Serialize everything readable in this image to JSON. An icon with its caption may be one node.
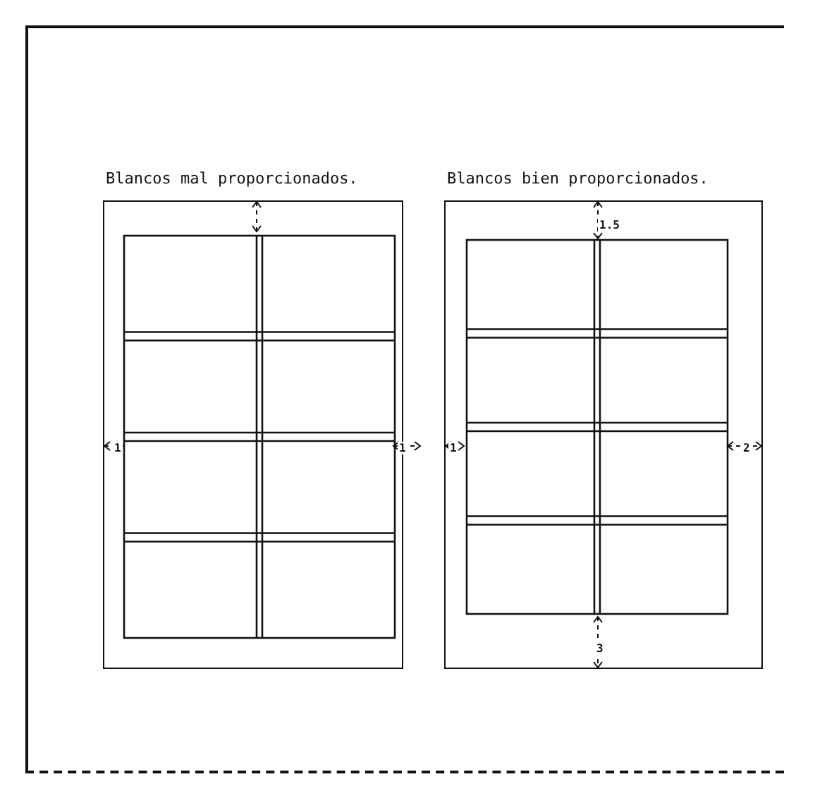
{
  "diagram": {
    "nodes": [
      {
        "text": [
          "Blancos mal proporcionados."
        ]
      },
      {
        "text": [
          "Blancos bien proporcionados."
        ]
      }
    ],
    "edges": [],
    "labels": [
      "1.5",
      "1",
      "1",
      "1",
      "2",
      "3"
    ]
  }
}
